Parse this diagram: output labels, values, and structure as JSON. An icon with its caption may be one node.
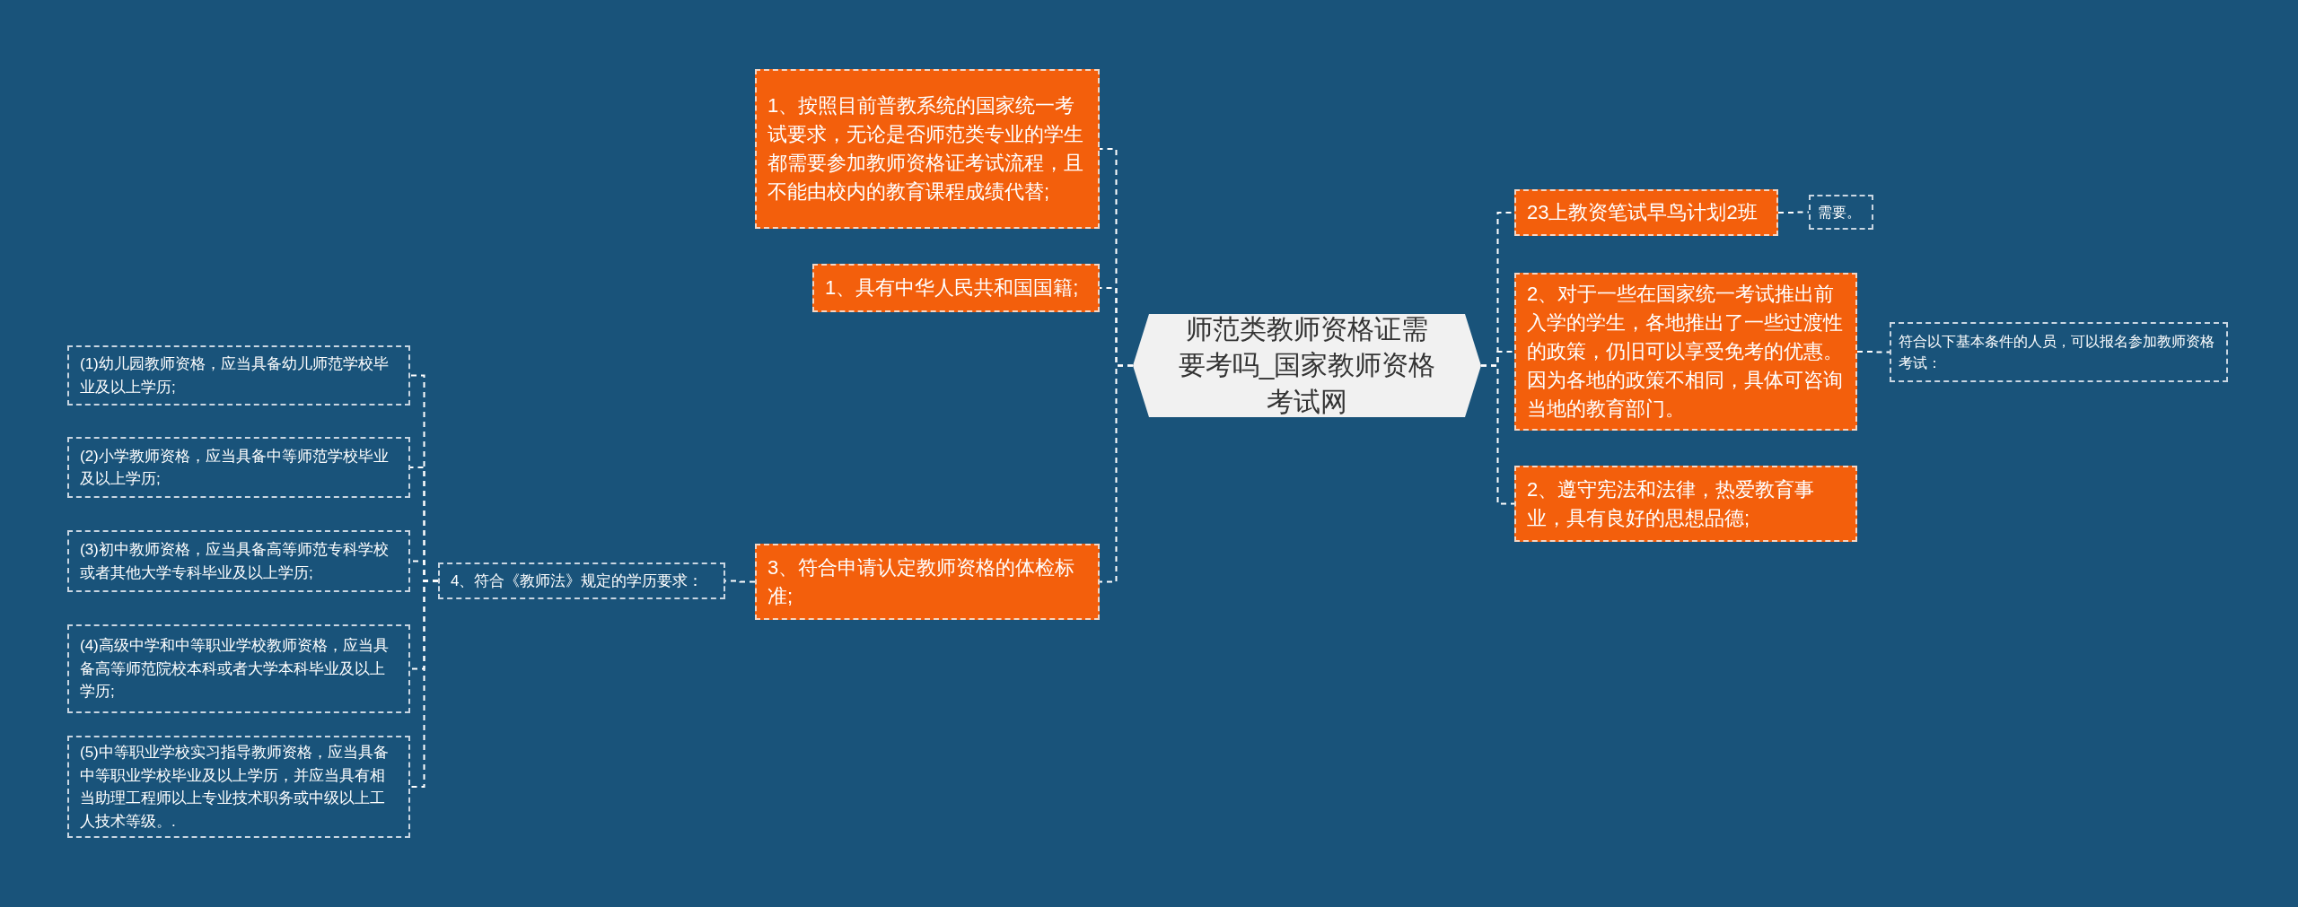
{
  "diagram": {
    "nodes": [
      {
        "text": [
          "师范类教师资格证需要考吗_国家教师资格考试网"
        ]
      },
      {
        "text": [
          "1、按照目前普教系统的国家统一考试要求，无论是否师范类专业的学生都需要参加教师资格证考试流程，且不能由校内的教育课程成绩代替;"
        ]
      },
      {
        "text": [
          "1、具有中华人民共和国国籍;"
        ]
      },
      {
        "text": [
          "3、符合申请认定教师资格的体检标准;"
        ]
      },
      {
        "text": [
          "4、符合《教师法》规定的学历要求："
        ]
      },
      {
        "text": [
          "(1)幼儿园教师资格，应当具备幼儿师范学校毕业及以上学历;"
        ]
      },
      {
        "text": [
          "(2)小学教师资格，应当具备中等师范学校毕业及以上学历;"
        ]
      },
      {
        "text": [
          "(3)初中教师资格，应当具备高等师范专科学校或者其他大学专科毕业及以上学历;"
        ]
      },
      {
        "text": [
          "(4)高级中学和中等职业学校教师资格，应当具备高等师范院校本科或者大学本科毕业及以上学历;"
        ]
      },
      {
        "text": [
          "(5)中等职业学校实习指导教师资格，应当具备中等职业学校毕业及以上学历，并应当具有相当助理工程师以上专业技术职务或中级以上工人技术等级。."
        ]
      },
      {
        "text": [
          "23上教资笔试早鸟计划2班"
        ]
      },
      {
        "text": [
          "需要。"
        ]
      },
      {
        "text": [
          "2、对于一些在国家统一考试推出前入学的学生，各地推出了一些过渡性的政策，仍旧可以享受免考的优惠。因为各地的政策不相同，具体可咨询当地的教育部门。"
        ]
      },
      {
        "text": [
          "符合以下基本条件的人员，可以报名参加教师资格考试："
        ]
      },
      {
        "text": [
          "2、遵守宪法和法律，热爱教育事业，具有良好的思想品德;"
        ]
      }
    ],
    "edges": [
      {
        "from": 0,
        "to": 1,
        "arrow": "none"
      },
      {
        "from": 0,
        "to": 2,
        "arrow": "none"
      },
      {
        "from": 0,
        "to": 3,
        "arrow": "none"
      },
      {
        "from": 3,
        "to": 4,
        "arrow": "none"
      },
      {
        "from": 4,
        "to": 5,
        "arrow": "none"
      },
      {
        "from": 4,
        "to": 6,
        "arrow": "none"
      },
      {
        "from": 4,
        "to": 7,
        "arrow": "none"
      },
      {
        "from": 4,
        "to": 8,
        "arrow": "none"
      },
      {
        "from": 4,
        "to": 9,
        "arrow": "none"
      },
      {
        "from": 0,
        "to": 10,
        "arrow": "none"
      },
      {
        "from": 10,
        "to": 11,
        "arrow": "none"
      },
      {
        "from": 0,
        "to": 12,
        "arrow": "none"
      },
      {
        "from": 12,
        "to": 13,
        "arrow": "none"
      },
      {
        "from": 0,
        "to": 14,
        "arrow": "none"
      }
    ]
  }
}
